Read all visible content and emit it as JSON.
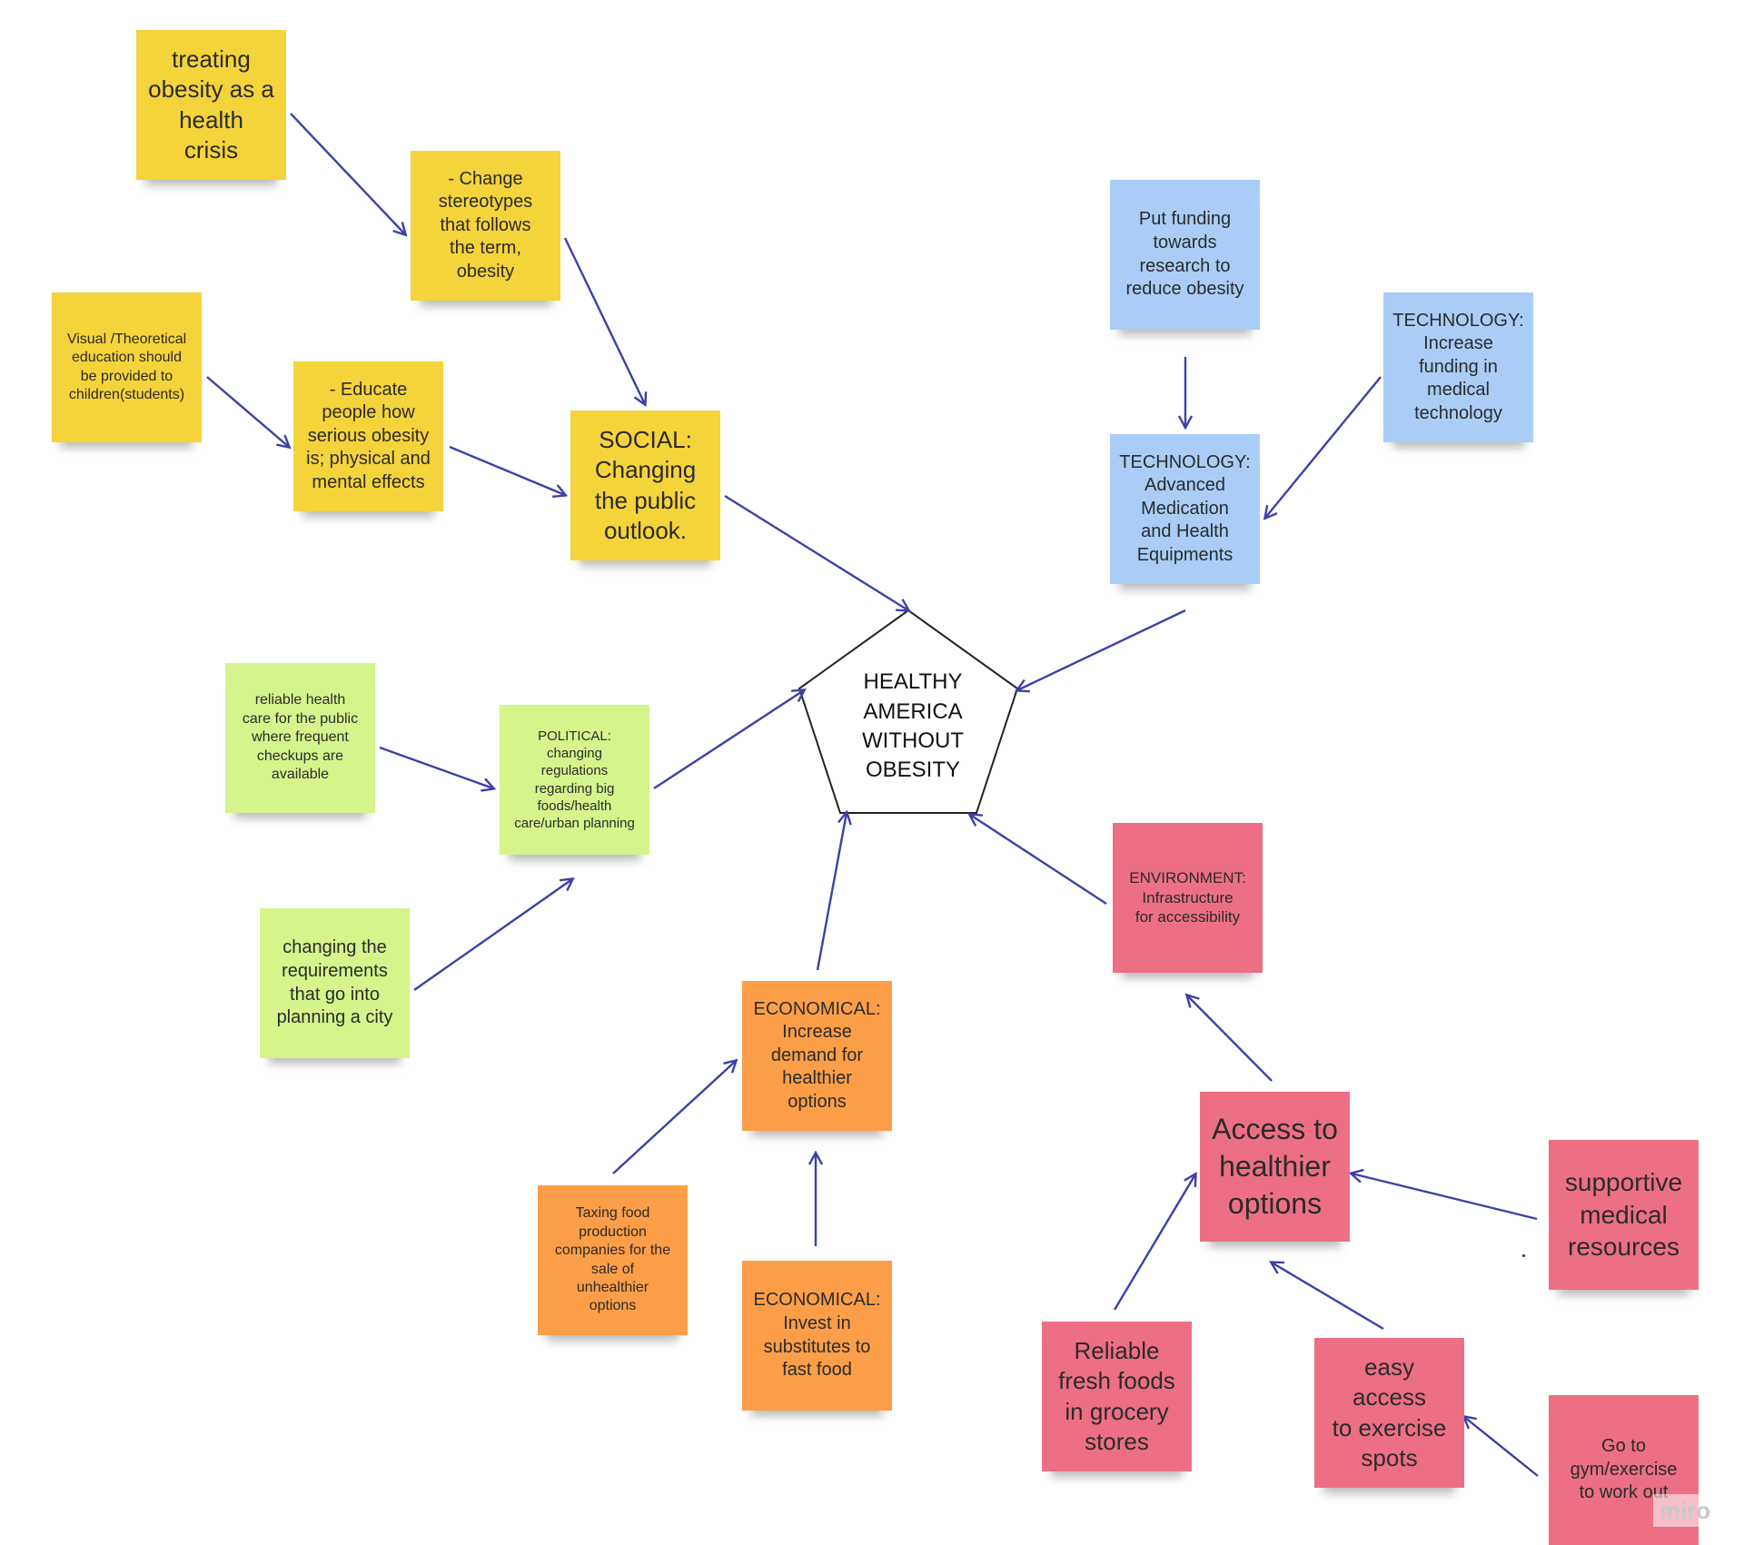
{
  "diagram": {
    "center": {
      "label": "HEALTHY\nAMERICA\nWITHOUT\nOBESITY"
    },
    "notes": {
      "treating_obesity": "treating\nobesity as a\nhealth\ncrisis",
      "change_stereotypes": "- Change\nstereotypes\nthat follows\nthe term,\nobesity",
      "visual_education": "Visual /Theoretical\neducation should\nbe provided to\nchildren(students)",
      "educate_people": "- Educate\npeople how\nserious obesity\nis; physical and\nmental effects",
      "social": "SOCIAL:\nChanging\nthe public\noutlook.",
      "put_funding": "Put funding\ntowards\nresearch to\nreduce obesity",
      "tech_funding": "TECHNOLOGY:\nIncrease\nfunding in\nmedical\ntechnology",
      "tech_advanced": "TECHNOLOGY:\nAdvanced\nMedication\nand Health\nEquipments",
      "reliable_health_care": "reliable health\ncare for the public\nwhere frequent\ncheckups are\navailable",
      "political": "POLITICAL: changing\nregulations\nregarding big\nfoods/health\ncare/urban planning",
      "city_planning": "changing the\nrequirements\nthat go into\nplanning a city",
      "environment": "ENVIRONMENT:\nInfrastructure\nfor accessibility",
      "economical_demand": "ECONOMICAL:\nIncrease\ndemand for\nhealthier\noptions",
      "taxing_food": "Taxing food\nproduction\ncompanies for the\nsale of\nunhealthier\noptions",
      "economical_invest": "ECONOMICAL:\nInvest in\nsubstitutes to\nfast food",
      "access_healthier": "Access to\nhealthier\noptions",
      "supportive_medical": "supportive\nmedical\nresources",
      "reliable_fresh_foods": "Reliable\nfresh foods\nin grocery\nstores",
      "easy_access_exercise": "easy access\nto exercise\nspots",
      "go_to_gym": "Go to\ngym/exercise\nto work out"
    },
    "colors": {
      "social_yellow": "#f5d33b",
      "technology_blue": "#a9cdf6",
      "political_green": "#d6f48c",
      "economical_orange": "#fb9e47",
      "environment_red": "#ec6f85",
      "arrow": "#3b41a6"
    }
  },
  "watermark": "miro"
}
